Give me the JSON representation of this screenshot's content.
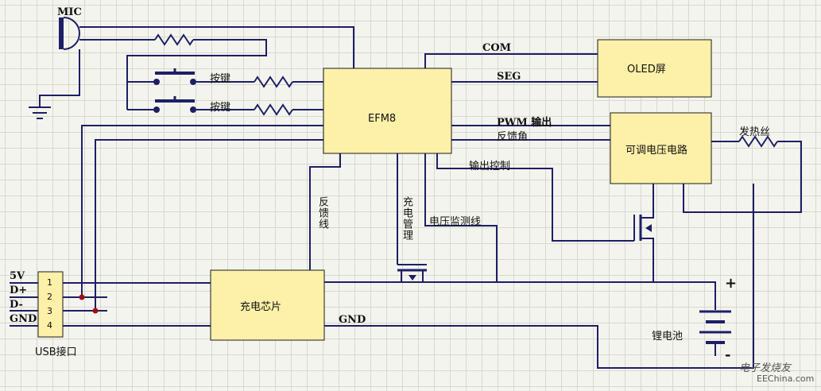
{
  "blocks": {
    "mcu": "EFM8",
    "oled": "OLED屏",
    "regulator": "可调电压电路",
    "charger": "充电芯片"
  },
  "labels": {
    "mic": "MIC",
    "button1": "按键",
    "button2": "按键",
    "com": "COM",
    "seg": "SEG",
    "pwm": "PWM 输出",
    "feedback_angle": "反馈角",
    "output_control": "输出控制",
    "heating_wire": "发热丝",
    "feedback_line": "反馈线",
    "charge_mgmt": "充电管理",
    "voltage_monitor": "电压监测线",
    "gnd": "GND",
    "battery": "锂电池",
    "plus": "+",
    "minus": "-",
    "usb": "USB接口"
  },
  "usb_pins": {
    "names": [
      "5V",
      "D+",
      "D-",
      "GND"
    ],
    "numbers": [
      "1",
      "2",
      "3",
      "4"
    ]
  },
  "watermark": {
    "cn": "电子发烧友",
    "site": "EEChina.com"
  },
  "colors": {
    "wire": "#1c1f66",
    "block": "#fdf0a8",
    "junction": "#a01010"
  }
}
